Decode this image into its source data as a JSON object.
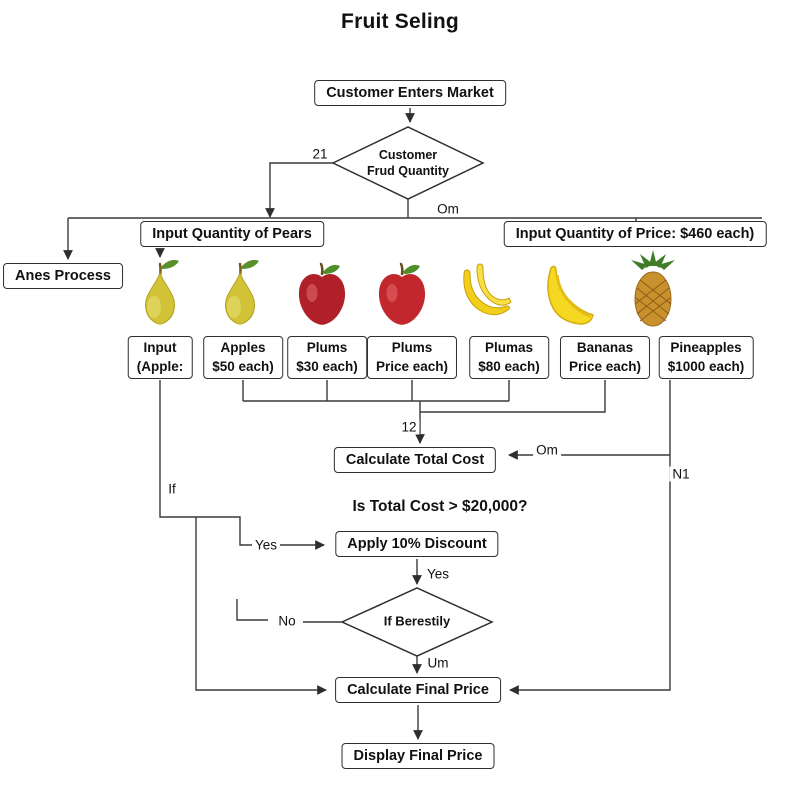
{
  "title": "Fruit Seling",
  "nodes": {
    "start": "Customer Enters Market",
    "decision_quantity_line1": "Customer",
    "decision_quantity_line2": "Frud Quantity",
    "input_pears": "Input Quantity of Pears",
    "input_price": "Input Quantity of Price: $460 each)",
    "anes_process": "Anes Process",
    "calc_total": "Calculate Total Cost",
    "question": "Is Total Cost > $20,000?",
    "apply_discount": "Apply 10% Discount",
    "decision_final": "If Berestily",
    "calc_final": "Calculate Final Price",
    "display_final": "Display Final Price"
  },
  "fruits": [
    {
      "icon": "pear-icon",
      "line1": "Input",
      "line2": "(Apple:"
    },
    {
      "icon": "pear-icon",
      "line1": "Apples",
      "line2": "$50 each)"
    },
    {
      "icon": "apple-icon",
      "line1": "Plums",
      "line2": "$30 each)"
    },
    {
      "icon": "apple-icon",
      "line1": "Plums",
      "line2": "Price each)"
    },
    {
      "icon": "banana-icon",
      "line1": "Plumas",
      "line2": "$80 each)"
    },
    {
      "icon": "pineapple-slice-icon",
      "line1": "Bananas",
      "line2": "Price each)"
    },
    {
      "icon": "pineapple-icon",
      "line1": "Pineapples",
      "line2": "$1000 each)"
    }
  ],
  "edge_labels": {
    "left_branch": "21",
    "right_branch": "Om",
    "total_in": "12",
    "total_right": "Om",
    "pineapple_line": "N1",
    "if_label": "If",
    "yes_discount": "Yes",
    "yes_decision": "Yes",
    "no_decision": "No",
    "um": "Um"
  },
  "colors": {
    "line": "#3a3a3a",
    "box_border": "#2e2e2e",
    "diamond_border": "#2e2e2e"
  }
}
